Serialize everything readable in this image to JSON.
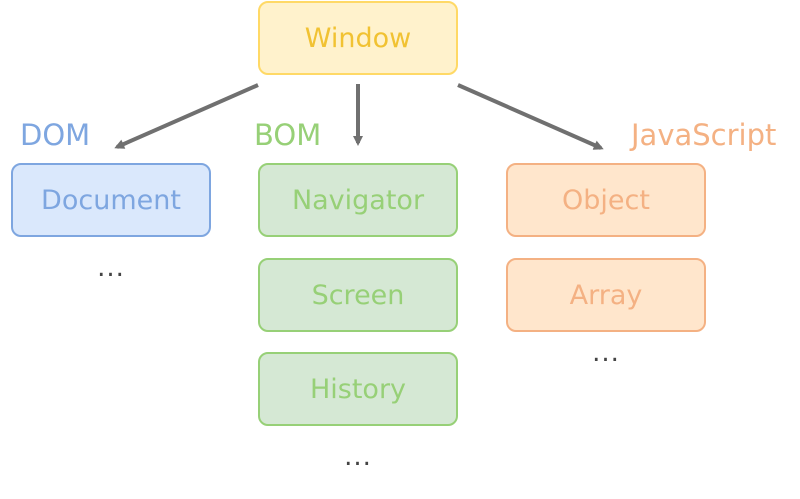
{
  "root": {
    "label": "Window"
  },
  "groups": [
    {
      "name": "DOM",
      "color": "#7ea6e0",
      "items": [
        "Document"
      ],
      "more": "..."
    },
    {
      "name": "BOM",
      "color": "#97d077",
      "items": [
        "Navigator",
        "Screen",
        "History"
      ],
      "more": "..."
    },
    {
      "name": "JavaScript",
      "color": "#f4b183",
      "items": [
        "Object",
        "Array"
      ],
      "more": "..."
    }
  ],
  "colors": {
    "window_fill": "#fff2cc",
    "window_stroke": "#ffd966",
    "window_text": "#f1c232",
    "arrow": "#707070"
  }
}
